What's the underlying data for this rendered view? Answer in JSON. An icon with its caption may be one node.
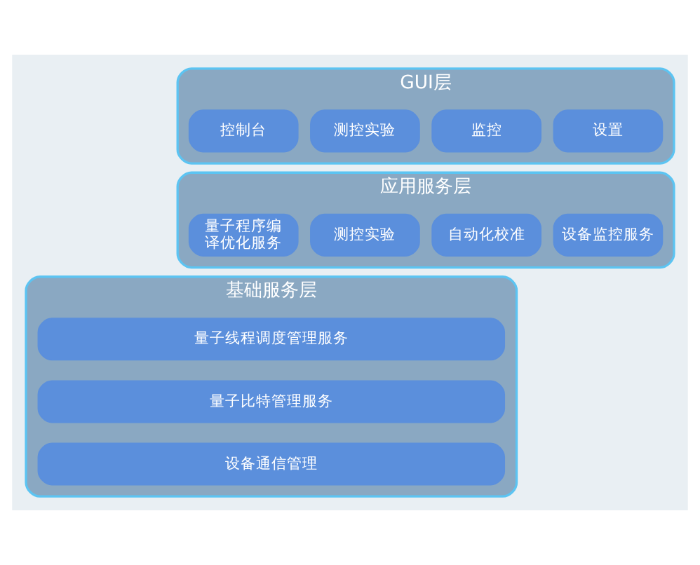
{
  "diagram": {
    "nodes": [
      {
        "text": [
          "GUI层"
        ]
      },
      {
        "text": [
          "控制台"
        ],
        "in": 0
      },
      {
        "text": [
          "测控实验"
        ],
        "in": 0
      },
      {
        "text": [
          "监控"
        ],
        "in": 0
      },
      {
        "text": [
          "设置"
        ],
        "in": 0
      },
      {
        "text": [
          "应用服务层"
        ]
      },
      {
        "text": [
          "量子程序编译优化服务"
        ],
        "in": 5
      },
      {
        "text": [
          "测控实验"
        ],
        "in": 5
      },
      {
        "text": [
          "自动化校准"
        ],
        "in": 5
      },
      {
        "text": [
          "设备监控服务"
        ],
        "in": 5
      },
      {
        "text": [
          "基础服务层"
        ]
      },
      {
        "text": [
          "量子线程调度管理服务"
        ],
        "in": 10
      },
      {
        "text": [
          "量子比特管理服务"
        ],
        "in": 10
      },
      {
        "text": [
          "设备通信管理"
        ],
        "in": 10
      }
    ],
    "edges": []
  }
}
